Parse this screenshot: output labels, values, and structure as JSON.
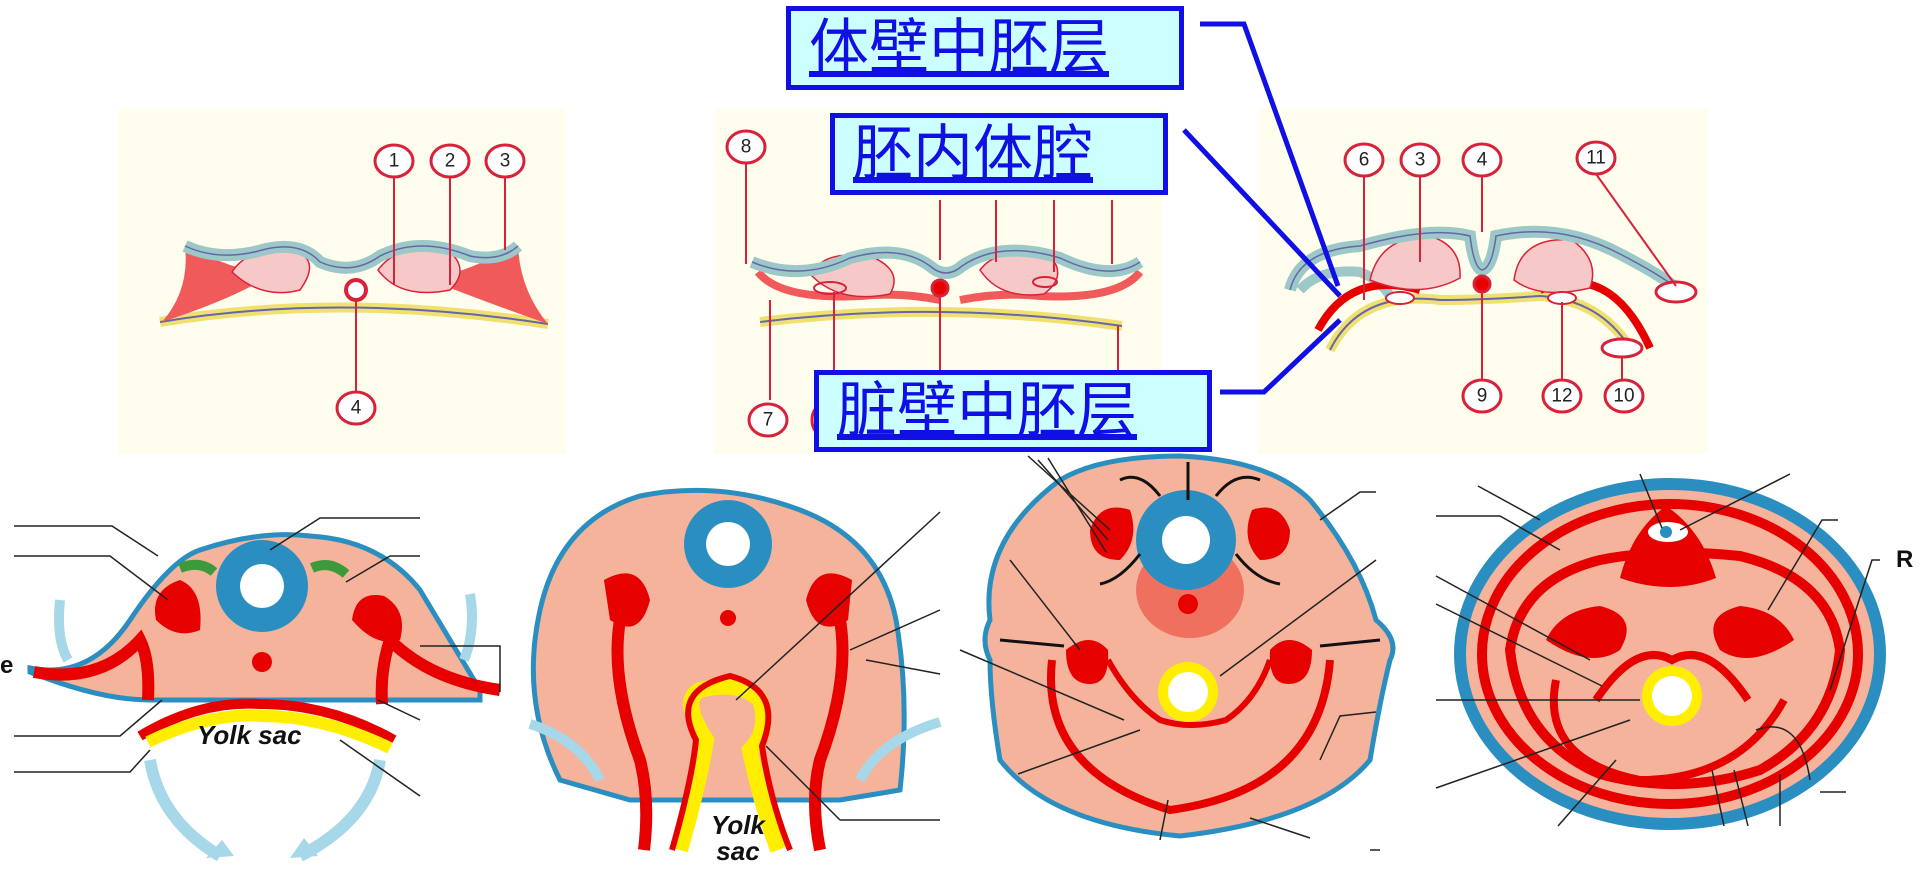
{
  "callouts": {
    "somatic_mesoderm": "体壁中胚层",
    "intraembryonic_coelom": "胚内体腔",
    "splanchnic_mesoderm": "脏壁中胚层"
  },
  "top_panels": {
    "panel1_numbers": [
      "1",
      "2",
      "3",
      "4"
    ],
    "panel2_numbers": [
      "8",
      "7"
    ],
    "panel3_numbers": [
      "6",
      "3",
      "4",
      "11",
      "9",
      "12",
      "10"
    ]
  },
  "bottom_panels": {
    "yolk_sac_label_1": "Yolk sac",
    "yolk_sac_label_2_line1": "Yolk",
    "yolk_sac_label_2_line2": "sac",
    "edge_label_left": "e",
    "edge_label_right": "R"
  },
  "colors": {
    "callout_fill": "#ccffff",
    "callout_text": "#1010e6",
    "panel_bg": "#fffdee",
    "mesoderm_red": "#e60000",
    "tissue_salmon": "#f5b39c",
    "neural_blue": "#2a8fc0",
    "yolk_yellow": "#ffee00",
    "arrow_lightblue": "#a6d8ea",
    "number_circle": "#d8223a"
  }
}
